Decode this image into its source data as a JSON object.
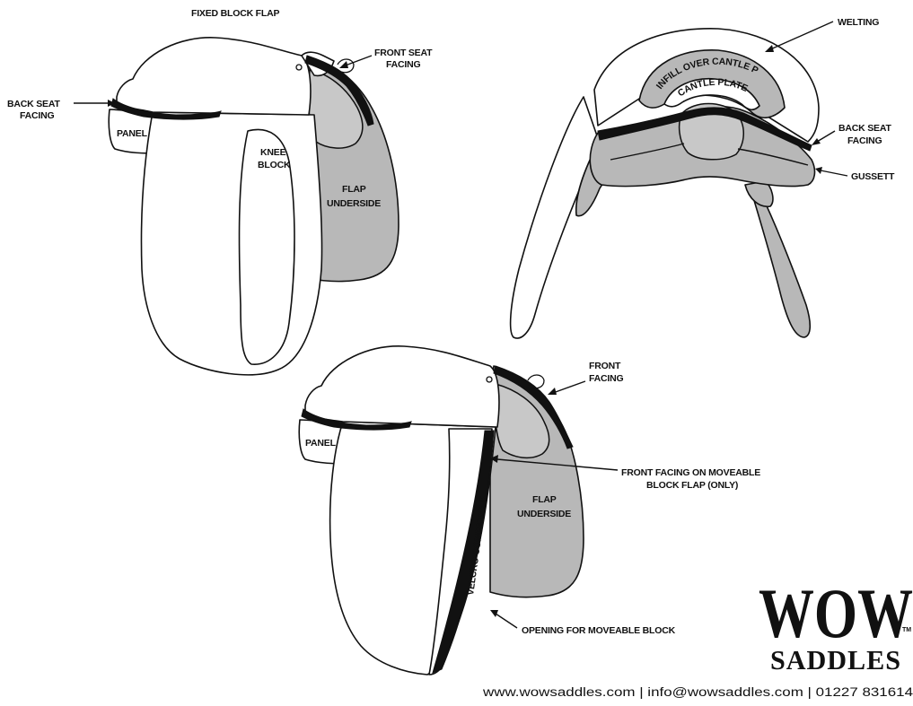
{
  "diagram1": {
    "title": "FIXED BLOCK FLAP",
    "back_seat_facing": [
      "BACK SEAT",
      "FACING"
    ],
    "panel": "PANEL",
    "knee_block": [
      "KNEE",
      "BLOCK"
    ],
    "flap_underside": [
      "FLAP",
      "UNDERSIDE"
    ],
    "front_seat_facing": [
      "FRONT SEAT",
      "FACING"
    ]
  },
  "diagram2": {
    "welting": "WELTING",
    "infill": "INFILL OVER CANTLE P",
    "cantle_plate": "CANTLE PLATE",
    "back_seat_facing": [
      "BACK SEAT",
      "FACING"
    ],
    "gussett": "GUSSETT"
  },
  "diagram3": {
    "panel": "PANEL",
    "front_facing": [
      "FRONT",
      "FACING"
    ],
    "front_facing_moveable": [
      "FRONT FACING ON MOVEABLE",
      "BLOCK FLAP (ONLY)"
    ],
    "velcro": "VELCRO COMPATIBLE",
    "flap_underside": [
      "FLAP",
      "UNDERSIDE"
    ],
    "opening": "OPENING FOR MOVEABLE BLOCK"
  },
  "brand": {
    "logo_top": "WOW",
    "logo_bottom": "SADDLES",
    "trademark": "TM",
    "footer": "www.wowsaddles.com | info@wowsaddles.com | 01227 831614"
  },
  "colors": {
    "ink": "#111111",
    "shade": "#b8b8b8",
    "background": "#ffffff"
  }
}
